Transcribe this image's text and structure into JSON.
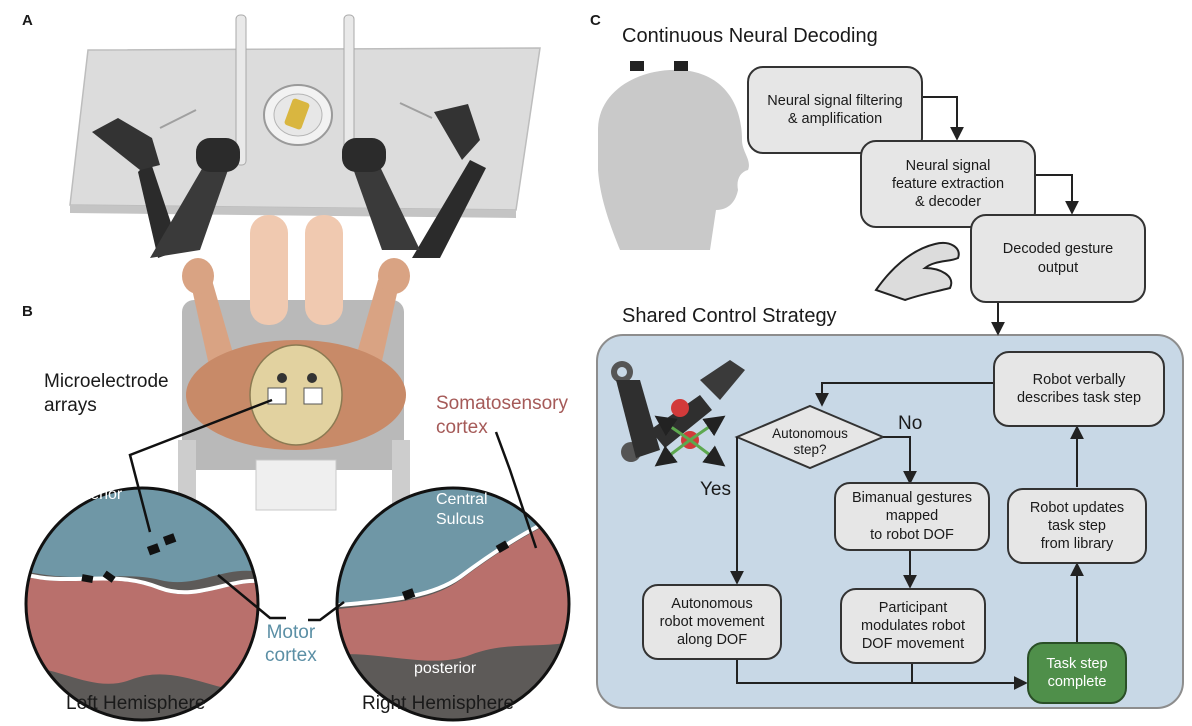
{
  "panels": {
    "a": "A",
    "b": "B",
    "c": "C"
  },
  "panel_b": {
    "microelectrode_arrays": "Microelectrode\narrays",
    "somatosensory_cortex": "Somatosensory\ncortex",
    "anterior": "anterior",
    "central_sulcus": "Central\nSulcus",
    "posterior": "posterior",
    "motor_cortex": "Motor\ncortex",
    "left_hemisphere": "Left Hemisphere",
    "right_hemisphere": "Right Hemisphere"
  },
  "panel_c": {
    "continuous_title": "Continuous Neural Decoding",
    "shared_title": "Shared Control Strategy",
    "box_filtering": "Neural signal filtering\n& amplification",
    "box_feature": "Neural signal\nfeature extraction\n& decoder",
    "box_decoded": "Decoded gesture\noutput",
    "box_robot_describes": "Robot verbally\ndescribes task step",
    "decision": "Autonomous\nstep?",
    "no_label": "No",
    "yes_label": "Yes",
    "box_bimanual": "Bimanual gestures\nmapped\nto robot DOF",
    "box_updates": "Robot updates\ntask step\nfrom library",
    "box_autonomous": "Autonomous\nrobot movement\nalong DOF",
    "box_participant": "Participant\nmodulates robot\nDOF movement",
    "box_complete": "Task step\ncomplete"
  },
  "colors": {
    "shared_bg": "#c8d8e6",
    "motor_blue": "#6f97a6",
    "somato_pink": "#b9706c",
    "green_box": "#4f8f4a"
  }
}
